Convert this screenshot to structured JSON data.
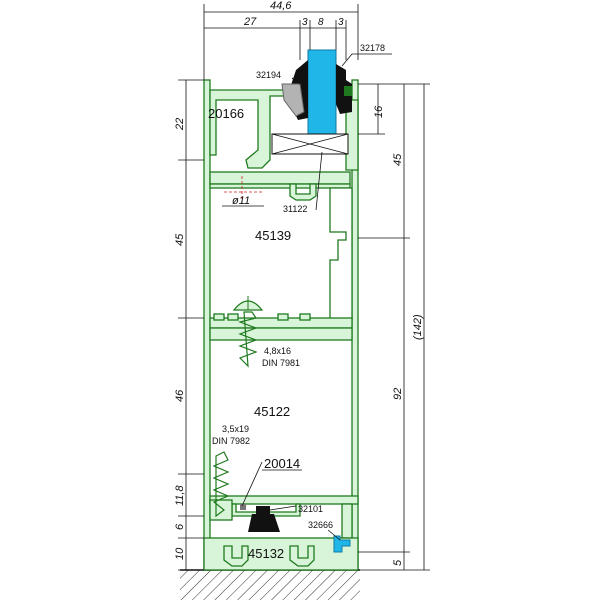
{
  "dimensions": {
    "top_total": "44,6",
    "top_27": "27",
    "top_3a": "3",
    "top_8": "8",
    "top_3b": "3",
    "left_22": "22",
    "left_45": "45",
    "left_46": "46",
    "left_11_8": "11,8",
    "left_6": "6",
    "left_10": "10",
    "right_16": "16",
    "right_45": "45",
    "right_142": "(142)",
    "right_92": "92",
    "right_5": "5",
    "diameter": "ø11"
  },
  "parts": {
    "p32194": "32194",
    "p32178": "32178",
    "p20166": "20166",
    "p31122": "31122",
    "p45139": "45139",
    "screw1_size": "4,8x16",
    "screw1_std": "DIN 7981",
    "p45122": "45122",
    "screw2_size": "3,5x19",
    "screw2_std": "DIN 7982",
    "p20014": "20014",
    "p32101": "32101",
    "p32666": "32666",
    "p45132": "45132"
  },
  "colors": {
    "profile_fill": "#d9f5d9",
    "profile_stroke": "#1f7a1f",
    "glass": "#20b6e8",
    "gasket": "#111111",
    "gray_part": "#b3b3b3"
  }
}
